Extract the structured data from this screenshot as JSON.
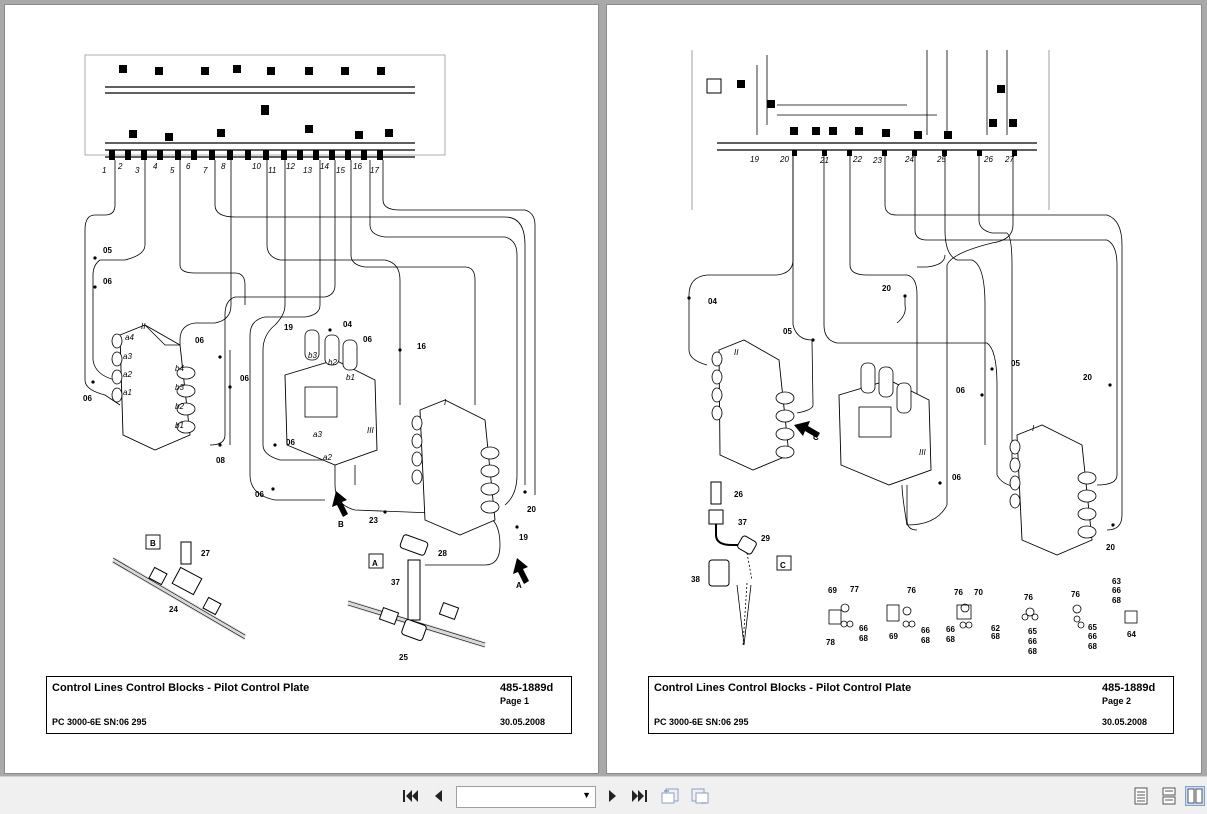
{
  "pages": [
    {
      "title": "Control Lines Control Blocks - Pilot Control Plate",
      "doc_number": "485-1889d",
      "page_label": "Page 1",
      "model": "PC 3000-6E SN:06 295",
      "date": "30.05.2008",
      "port_numbers": [
        "1",
        "2",
        "3",
        "4",
        "5",
        "6",
        "7",
        "8",
        "10",
        "11",
        "12",
        "13",
        "14",
        "15",
        "16",
        "17"
      ],
      "callouts": [
        "05",
        "06",
        "06",
        "06",
        "19",
        "04",
        "06",
        "16",
        "06",
        "06",
        "08",
        "06",
        "23",
        "20",
        "19"
      ],
      "block_labels": [
        "II",
        "III",
        "I"
      ],
      "port_labels": [
        "a4",
        "a3",
        "a2",
        "a1",
        "b4",
        "b3",
        "b2",
        "b1",
        "b3",
        "b2",
        "b1",
        "a3",
        "a2"
      ],
      "detail_labels": [
        "B",
        "A"
      ],
      "detail_parts": [
        "27",
        "24",
        "28",
        "37",
        "25"
      ],
      "arrow_labels": [
        "B",
        "A"
      ]
    },
    {
      "title": "Control Lines Control Blocks - Pilot Control Plate",
      "doc_number": "485-1889d",
      "page_label": "Page 2",
      "model": "PC 3000-6E SN:06 295",
      "date": "30.05.2008",
      "port_numbers": [
        "19",
        "20",
        "21",
        "22",
        "23",
        "24",
        "25",
        "26",
        "27"
      ],
      "callouts": [
        "04",
        "05",
        "20",
        "05",
        "06",
        "06",
        "20",
        "20"
      ],
      "block_labels": [
        "II",
        "III",
        "I"
      ],
      "detail_labels": [
        "C"
      ],
      "arrow_labels": [
        "C"
      ],
      "detail_parts": [
        "26",
        "37",
        "29",
        "38",
        "69",
        "77",
        "66",
        "68",
        "78",
        "76",
        "69",
        "66",
        "68",
        "76",
        "70",
        "66",
        "68",
        "62",
        "68",
        "76",
        "65",
        "66",
        "68",
        "76",
        "65",
        "66",
        "68",
        "63",
        "66",
        "68",
        "64"
      ]
    }
  ],
  "toolbar": {
    "first_page": "first-page",
    "prev_page": "previous-page",
    "page_value": "",
    "next_page": "next-page",
    "last_page": "last-page"
  }
}
